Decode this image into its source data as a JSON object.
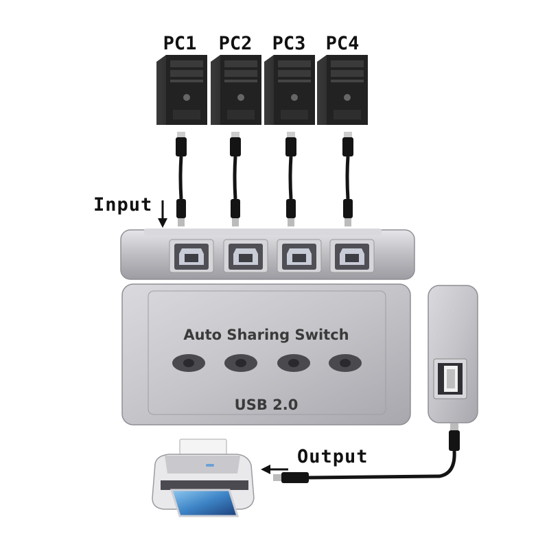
{
  "diagram": {
    "computers": [
      {
        "label": "PC1"
      },
      {
        "label": "PC2"
      },
      {
        "label": "PC3"
      },
      {
        "label": "PC4"
      }
    ],
    "input_label": "Input",
    "output_label": "Output",
    "device": {
      "name_text": "Auto Sharing Switch",
      "usb_text": "USB 2.0"
    },
    "colors": {
      "pc_body": "#1f1f1f",
      "cable": "#141414",
      "switch_silver": "#b4b4b8",
      "text": "#111111"
    }
  }
}
